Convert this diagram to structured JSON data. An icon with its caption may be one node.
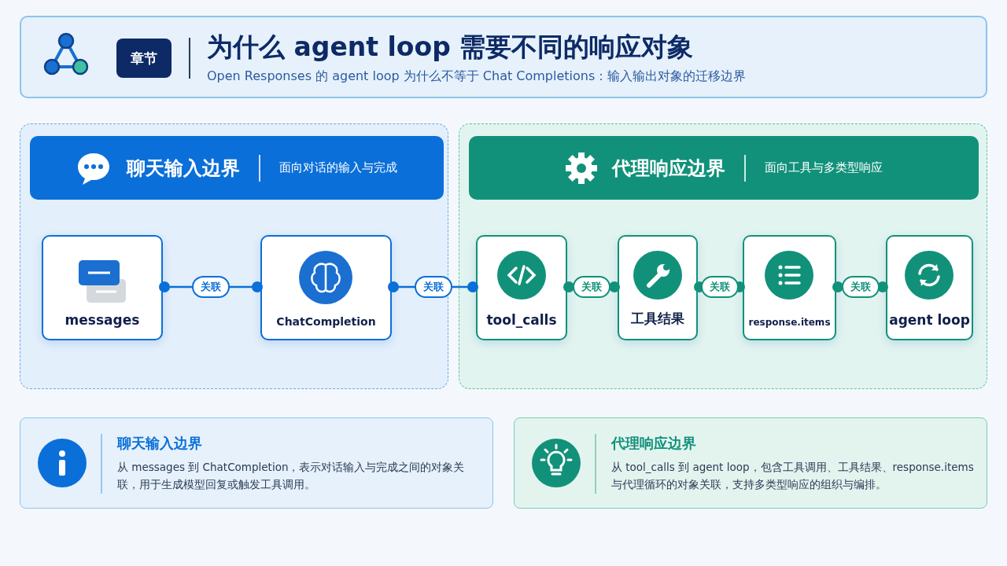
{
  "diagram": {
    "title": "为什么 agent loop 需要不同的响应对象",
    "caption": "Open Responses 的 agent loop 为什么不等于 Chat Completions：输入输出对象的迁移边界",
    "nodes": [
      {
        "text": [],
        "shape": "box"
      },
      {
        "text": [
          "聊天输入边界",
          "面向对话的输入与完成"
        ],
        "in": 0
      },
      {
        "text": [
          "messages"
        ],
        "in": 0
      },
      {
        "text": [
          "ChatCompletion"
        ],
        "in": 0
      },
      {
        "text": [],
        "shape": "box"
      },
      {
        "text": [
          "代理响应边界",
          "面向工具与多类型响应"
        ],
        "in": 4
      },
      {
        "text": [
          "tool_calls"
        ],
        "in": 4
      },
      {
        "text": [
          "工具结果"
        ],
        "in": 4
      },
      {
        "text": [
          "response.items"
        ],
        "in": 4
      },
      {
        "text": [
          "agent loop"
        ],
        "in": 4
      },
      {
        "text": [
          "聊天输入边界",
          "从 messages 到 ChatCompletion，表示对话输入与完成之间的对象关联，用于生成模型回复或触发工具调用。"
        ]
      },
      {
        "text": [
          "代理响应边界",
          "从 tool_calls 到 agent loop，包含工具调用、工具结果、response.items 与代理循环的对象关联，支持多类型响应的组织与编排。"
        ]
      }
    ],
    "edges": [
      {
        "from": 2,
        "to": 3,
        "arrow": "other",
        "label": "关联",
        "color": "#0b6fd9"
      },
      {
        "from": 3,
        "to": 6,
        "arrow": "other",
        "label": "关联",
        "color": "#0b6fd9"
      },
      {
        "from": 6,
        "to": 7,
        "arrow": "other",
        "label": "关联"
      },
      {
        "from": 7,
        "to": 8,
        "arrow": "other",
        "label": "关联"
      },
      {
        "from": 8,
        "to": 9,
        "arrow": "other",
        "label": "关联"
      }
    ],
    "labels": [
      "章节"
    ]
  }
}
